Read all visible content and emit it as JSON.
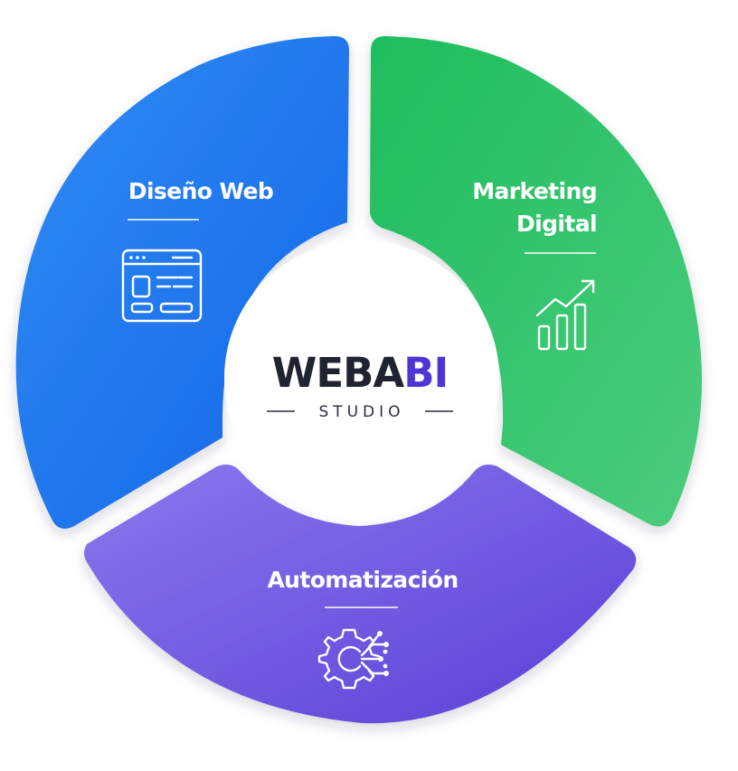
{
  "segments": {
    "web": {
      "line1": "Diseño Web",
      "icon": "browser-layout-icon"
    },
    "marketing": {
      "line1": "Marketing",
      "line2": "Digital",
      "icon": "growth-chart-icon"
    },
    "automation": {
      "line1": "Automatización",
      "icon": "gear-network-icon"
    }
  },
  "brand": {
    "name_part1": "WEBA",
    "name_part2": "BI",
    "tagline": "STUDIO"
  },
  "colors": {
    "web_start": "#2f8cf5",
    "web_end": "#1565e6",
    "marketing_start": "#1ebd5e",
    "marketing_end": "#4ccc7e",
    "automation_start": "#8a78ee",
    "automation_end": "#5b3fd6",
    "brand_dark": "#1f2430",
    "brand_accent": "#4e35d6"
  }
}
